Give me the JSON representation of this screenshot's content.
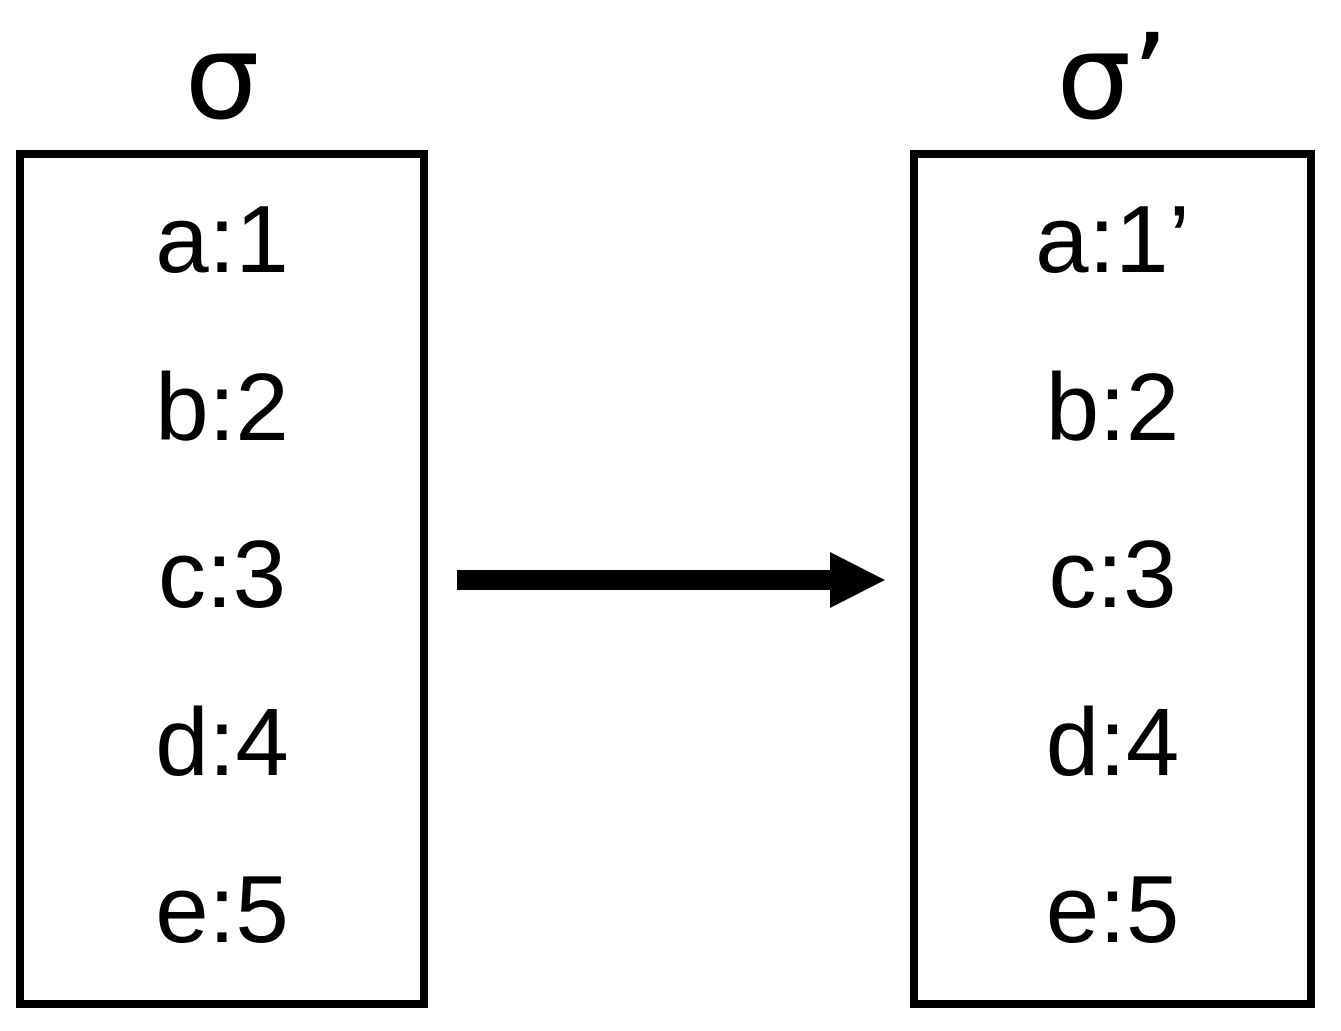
{
  "diagram": {
    "type": "state-transition",
    "background_color": "#ffffff",
    "ink_color": "#000000",
    "states": [
      {
        "id": "sigma",
        "label": "σ",
        "label_name": "sigma",
        "bindings": [
          {
            "key": "a",
            "value": "1",
            "text": "a:1"
          },
          {
            "key": "b",
            "value": "2",
            "text": "b:2"
          },
          {
            "key": "c",
            "value": "3",
            "text": "c:3"
          },
          {
            "key": "d",
            "value": "4",
            "text": "d:4"
          },
          {
            "key": "e",
            "value": "5",
            "text": "e:5"
          }
        ]
      },
      {
        "id": "sigma-prime",
        "label": "σ’",
        "label_name": "sigma-prime",
        "bindings": [
          {
            "key": "a",
            "value": "1’",
            "text": "a:1’"
          },
          {
            "key": "b",
            "value": "2",
            "text": "b:2"
          },
          {
            "key": "c",
            "value": "3",
            "text": "c:3"
          },
          {
            "key": "d",
            "value": "4",
            "text": "d:4"
          },
          {
            "key": "e",
            "value": "5",
            "text": "e:5"
          }
        ]
      }
    ],
    "arrow": {
      "name": "transition-arrow",
      "direction": "right",
      "label": "",
      "from": "sigma",
      "to": "sigma-prime"
    }
  }
}
